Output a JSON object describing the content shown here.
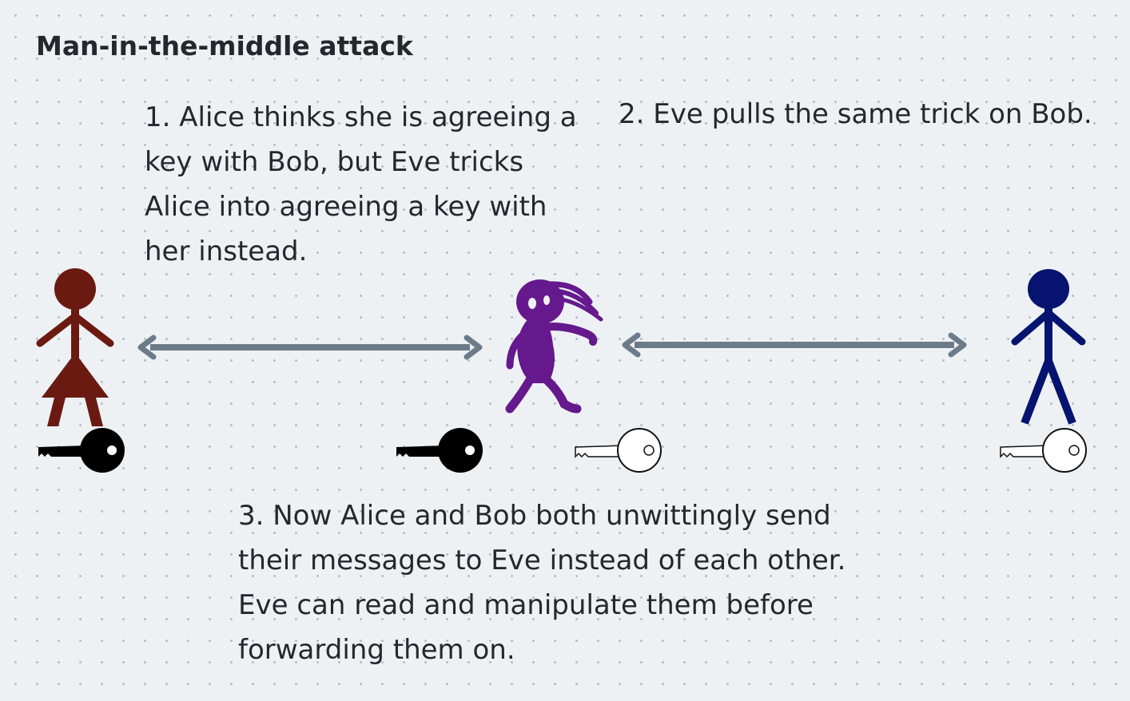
{
  "title": "Man-in-the-middle attack",
  "captions": [
    {
      "text": "1. Alice thinks she is agreeing a key with Bob, but Eve tricks Alice into agreeing a key with her instead."
    },
    {
      "text": "2. Eve pulls the same trick on Bob."
    },
    {
      "text": "3. Now Alice and Bob both unwittingly send their messages to Eve instead of each other. Eve can read and manipulate them before forwarding them on."
    }
  ],
  "colors": {
    "alice": "#6b1a12",
    "eve": "#65198c",
    "bob": "#061470",
    "arrow": "#6c7b89",
    "key_black": "#000000",
    "key_white": "#ffffff",
    "background": "#eef1f4"
  },
  "icons": [
    "alice-figure-icon",
    "eve-figure-icon",
    "bob-figure-icon",
    "black-key-icon",
    "white-key-icon",
    "double-arrow-icon"
  ]
}
